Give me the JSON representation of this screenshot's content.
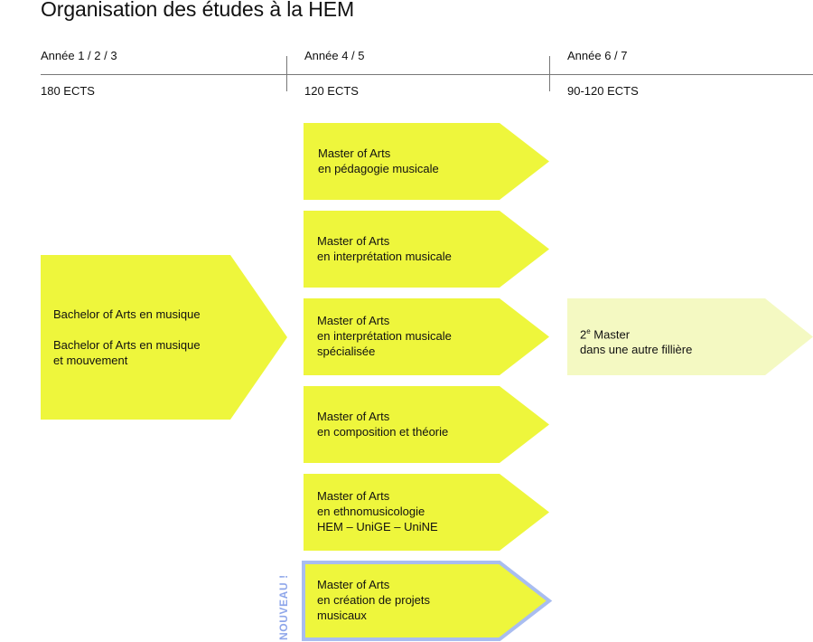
{
  "title": "Organisation des études à la HEM",
  "columns": [
    {
      "year": "Année 1 / 2 / 3",
      "ects": "180 ECTS"
    },
    {
      "year": "Année 4 / 5",
      "ects": "120 ECTS"
    },
    {
      "year": "Année 6 / 7",
      "ects": "90-120 ECTS"
    }
  ],
  "bachelor": {
    "line1": "Bachelor of Arts en musique",
    "line2": "",
    "line3": "Bachelor of Arts en musique",
    "line4": "et mouvement"
  },
  "masters": [
    {
      "line1": "Master of Arts",
      "line2": "en pédagogie musicale"
    },
    {
      "line1": "Master of Arts",
      "line2": "en interprétation musicale"
    },
    {
      "line1": "Master of Arts",
      "line2": "en interprétation musicale",
      "line3": "spécialisée"
    },
    {
      "line1": "Master of Arts",
      "line2": "en composition et théorie"
    },
    {
      "line1": "Master of Arts",
      "line2": "en ethnomusicologie",
      "line3": "HEM – UniGE – UniNE"
    },
    {
      "line1": "Master of Arts",
      "line2": "en création de projets",
      "line3": "musicaux"
    }
  ],
  "second_master": {
    "number": "2",
    "superscript": "e",
    "line1_rest": " Master",
    "line2": "dans une autre fillière"
  },
  "badge": "NOUVEAU !",
  "colors": {
    "arrow_yellow": "#eef63c",
    "arrow_pale": "#f4f9c2",
    "new_outline": "#a9bdf0",
    "lines": "#777777"
  }
}
